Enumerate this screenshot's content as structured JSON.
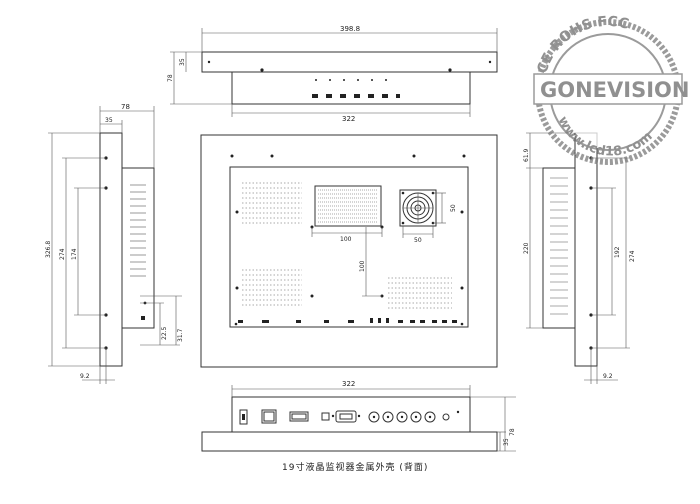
{
  "caption": "19寸液晶监视器金属外壳 (背面)",
  "dimensions": {
    "top_view": {
      "width": "398.8",
      "depth": "78",
      "offset": "35",
      "inner_width": "322"
    },
    "left_view": {
      "depth": "78",
      "offset": "35",
      "height": "326.8",
      "inner_height": "274",
      "hole_span": "174",
      "jack_a": "22.5",
      "jack_b": "31.7",
      "bottom": "9.2"
    },
    "front_view": {
      "fan_size": "50",
      "fan_size_v": "50",
      "hole_h": "100",
      "hole_v": "100"
    },
    "right_view": {
      "top": "61.9",
      "height": "220",
      "hole_span": "192",
      "inner_height": "274",
      "bottom": "9.2"
    },
    "bottom_view": {
      "width": "322",
      "depth": "78",
      "offset": "35"
    }
  },
  "watermark": {
    "ring_top": "CE ROHS FCC",
    "brand": "GONEVISION",
    "ring_bottom": "www.lcd18.com",
    "color": "#7a7a7a"
  }
}
